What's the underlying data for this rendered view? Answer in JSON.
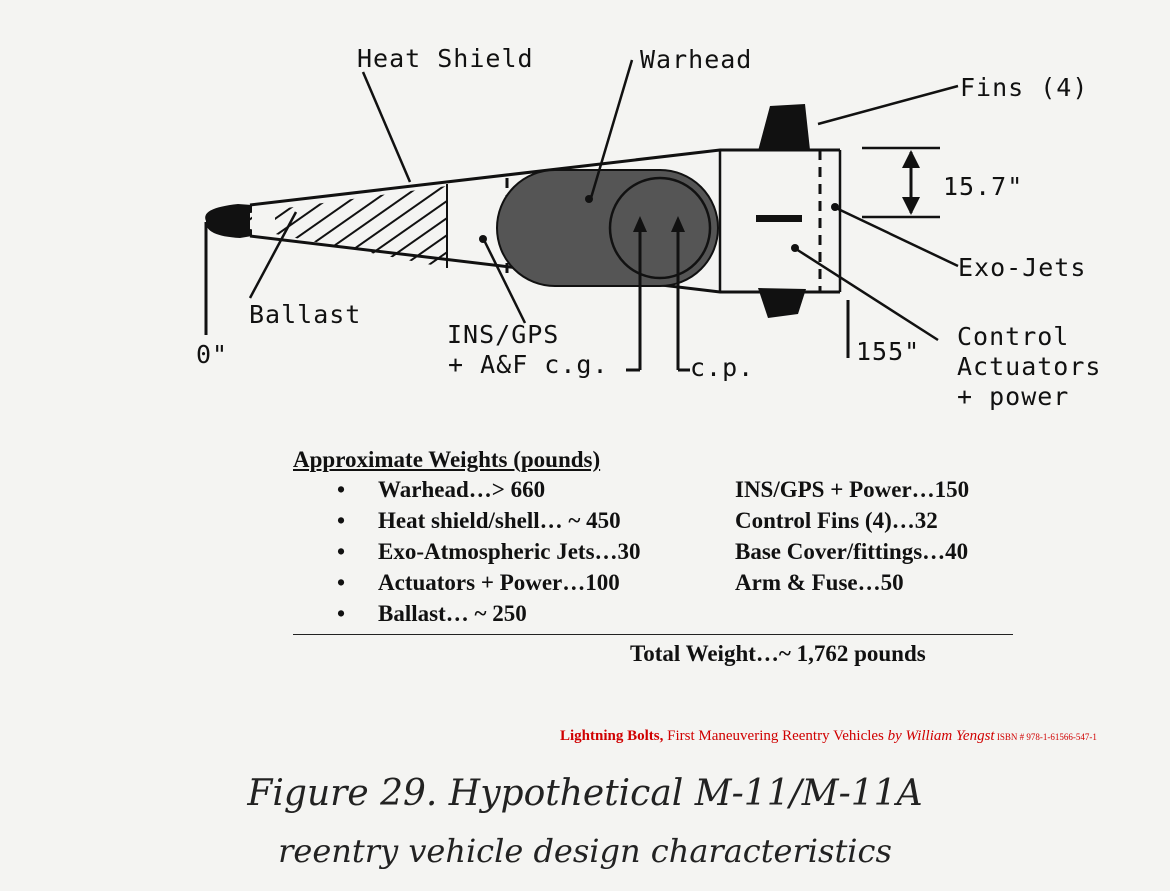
{
  "diagram": {
    "labels": {
      "heat_shield": "Heat Shield",
      "warhead": "Warhead",
      "fins": "Fins (4)",
      "dimension": "15.7\"",
      "exo_jets": "Exo-Jets",
      "ballast": "Ballast",
      "ins_gps": "INS/GPS",
      "af_cg": "+ A&F c.g.",
      "cp": "c.p.",
      "zero": "0\"",
      "length": "155\"",
      "control_1": "Control",
      "control_2": "Actuators",
      "control_3": "+ power"
    }
  },
  "weights": {
    "heading": "Approximate Weights (pounds)",
    "bullet": "•",
    "rows": [
      {
        "left": "Warhead…> 660",
        "right": "INS/GPS + Power…150"
      },
      {
        "left": "Heat shield/shell… ~ 450",
        "right": "Control Fins (4)…32"
      },
      {
        "left": "Exo-Atmospheric Jets…30",
        "right": "Base Cover/fittings…40"
      },
      {
        "left": "Actuators + Power…100",
        "right": "Arm & Fuse…50"
      },
      {
        "left": "Ballast… ~ 250",
        "right": ""
      }
    ],
    "total": "Total Weight…~ 1,762 pounds"
  },
  "credit": {
    "title": "Lightning Bolts,",
    "subtitle": " First Maneuvering Reentry Vehicles ",
    "author": "by William Yengst",
    "isbn": "  ISBN # 978-1-61566-547-1"
  },
  "caption": {
    "line1": "Figure 29. Hypothetical M-11/M-11A",
    "line2": "reentry vehicle design characteristics"
  },
  "colors": {
    "ink": "#111111",
    "warhead_fill": "#555555",
    "credit_red": "#d00000"
  }
}
